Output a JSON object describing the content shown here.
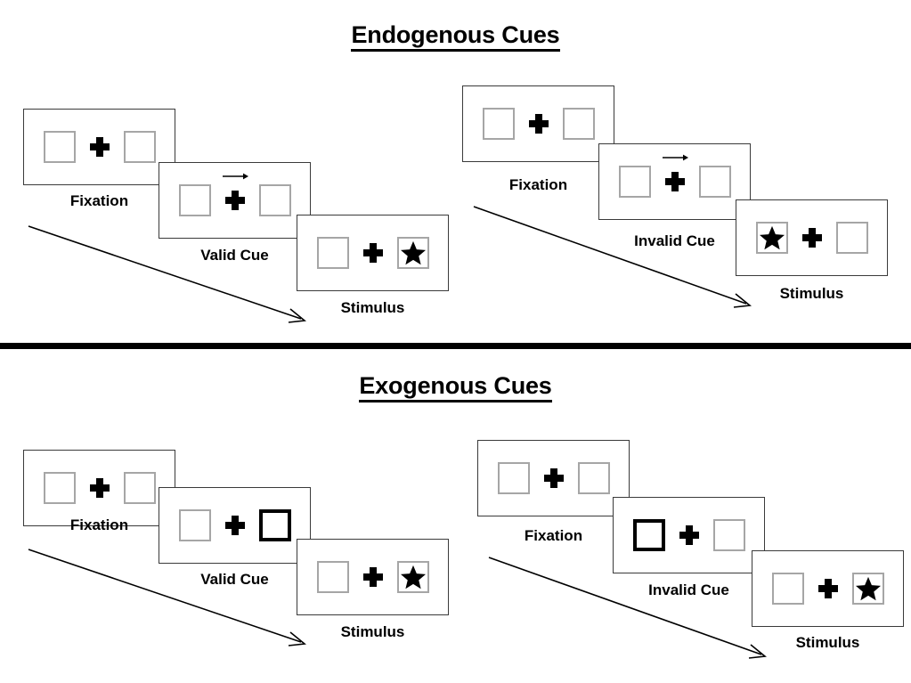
{
  "sections": [
    {
      "title": "Endogenous Cues",
      "cue_type": "arrow",
      "groups": [
        {
          "name": "valid",
          "steps": [
            {
              "label": "Fixation",
              "left_box": "empty",
              "right_box": "empty",
              "cue": "none"
            },
            {
              "label": "Valid Cue",
              "left_box": "empty",
              "right_box": "empty",
              "cue": "arrow-right"
            },
            {
              "label": "Stimulus",
              "left_box": "empty",
              "right_box": "star",
              "cue": "none"
            }
          ]
        },
        {
          "name": "invalid",
          "steps": [
            {
              "label": "Fixation",
              "left_box": "empty",
              "right_box": "empty",
              "cue": "none"
            },
            {
              "label": "Invalid Cue",
              "left_box": "empty",
              "right_box": "empty",
              "cue": "arrow-right"
            },
            {
              "label": "Stimulus",
              "left_box": "star",
              "right_box": "empty",
              "cue": "none"
            }
          ]
        }
      ]
    },
    {
      "title": "Exogenous Cues",
      "cue_type": "box-flash",
      "groups": [
        {
          "name": "valid",
          "steps": [
            {
              "label": "Fixation",
              "left_box": "empty",
              "right_box": "empty",
              "cue": "none"
            },
            {
              "label": "Valid Cue",
              "left_box": "empty",
              "right_box": "highlight",
              "cue": "none"
            },
            {
              "label": "Stimulus",
              "left_box": "empty",
              "right_box": "star",
              "cue": "none"
            }
          ]
        },
        {
          "name": "invalid",
          "steps": [
            {
              "label": "Fixation",
              "left_box": "empty",
              "right_box": "empty",
              "cue": "none"
            },
            {
              "label": "Invalid Cue",
              "left_box": "highlight",
              "right_box": "empty",
              "cue": "none"
            },
            {
              "label": "Stimulus",
              "left_box": "empty",
              "right_box": "star",
              "cue": "none"
            }
          ]
        }
      ]
    }
  ],
  "colors": {
    "frame": "#3a3a3a",
    "box_border": "#a6a6a6",
    "highlight_border": "#000000",
    "ink": "#000000",
    "background": "#ffffff"
  }
}
